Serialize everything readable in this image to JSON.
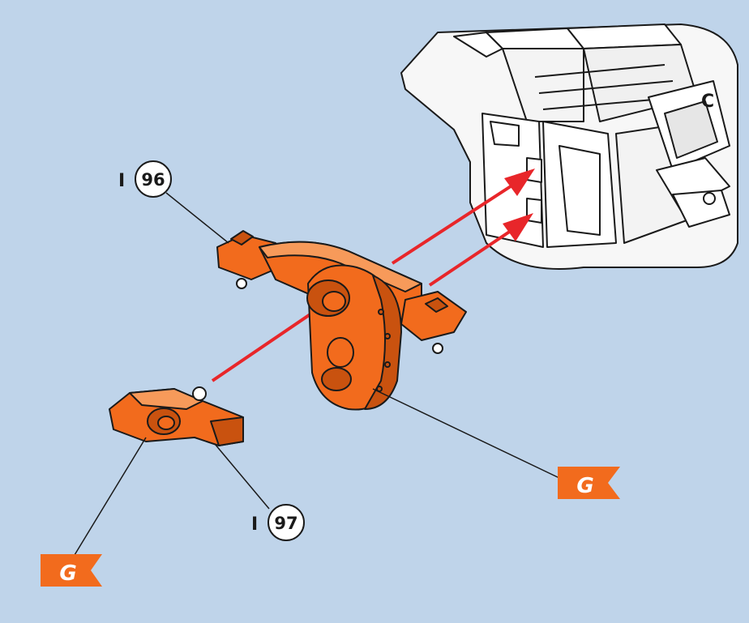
{
  "colors": {
    "background": "#bfd4ea",
    "part_orange": "#f26b1d",
    "part_orange_dark": "#c9520f",
    "arrow_red": "#e8262a",
    "line_dark": "#1a1a1a",
    "flag_orange": "#f26b1d"
  },
  "callouts": [
    {
      "prefix": "I",
      "number": "96"
    },
    {
      "prefix": "I",
      "number": "97"
    }
  ],
  "flags": [
    {
      "letter": "G"
    },
    {
      "letter": "G"
    }
  ],
  "engine_fragment": {
    "text": "C"
  }
}
